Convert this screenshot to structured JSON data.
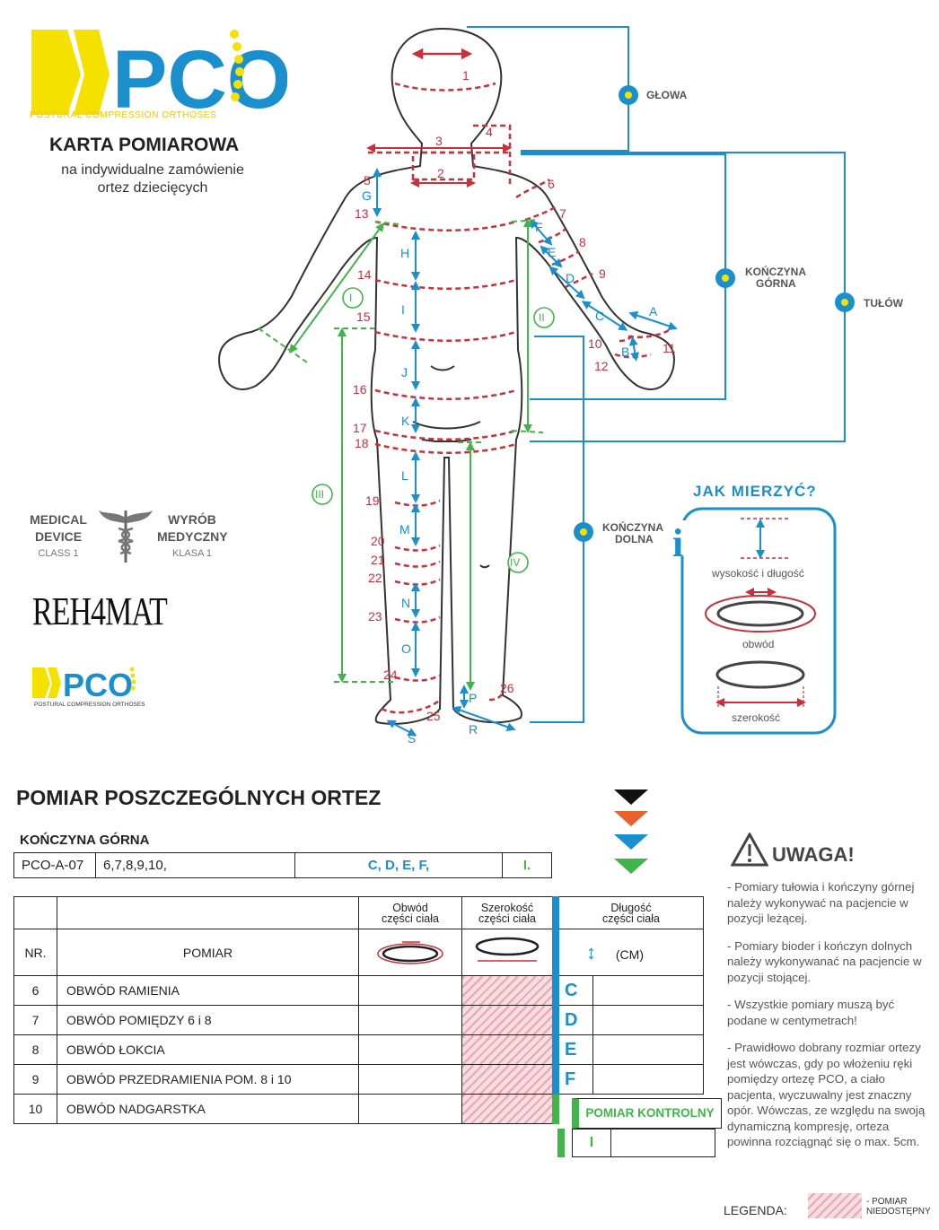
{
  "logo": {
    "brand": "PCO",
    "subtitle": "POSTURAL COMPRESSION ORTHOSES",
    "small_subtitle": "POSTURAL COMPRESSION ORTHOSES"
  },
  "header": {
    "title": "KARTA POMIAROWA",
    "subtitle_line1": "na indywidualne zamówienie",
    "subtitle_line2": "ortez dziecięcych"
  },
  "colors": {
    "yellow": "#f5e100",
    "blue": "#1a8fce",
    "red": "#c8313b",
    "green": "#41b44a",
    "dark": "#222222",
    "orange": "#e8622f"
  },
  "diagram": {
    "categories": {
      "head": "GŁOWA",
      "upper_limb_1": "KOŃCZYNA",
      "upper_limb_2": "GÓRNA",
      "torso": "TUŁÓW",
      "lower_limb_1": "KOŃCZYNA",
      "lower_limb_2": "DOLNA"
    },
    "red_numbers": [
      "1",
      "2",
      "3",
      "4",
      "5",
      "6",
      "7",
      "8",
      "9",
      "10",
      "11",
      "12",
      "13",
      "14",
      "15",
      "16",
      "17",
      "18",
      "19",
      "20",
      "21",
      "22",
      "23",
      "24",
      "25",
      "26"
    ],
    "blue_letters": [
      "A",
      "B",
      "C",
      "D",
      "E",
      "F",
      "G",
      "H",
      "I",
      "J",
      "K",
      "L",
      "M",
      "N",
      "O",
      "P",
      "R",
      "S"
    ],
    "green_numerals": [
      "I",
      "II",
      "III",
      "IV"
    ]
  },
  "how_to": {
    "title": "JAK MIERZYĆ?",
    "icon_letter": "i",
    "height_length": "wysokość i długość",
    "circumference": "obwód",
    "width": "szerokość"
  },
  "medical": {
    "left_line1": "MEDICAL",
    "left_line2": "DEVICE",
    "left_line3": "CLASS 1",
    "right_line1": "WYRÓB",
    "right_line2": "MEDYCZNY",
    "right_line3": "KLASA 1"
  },
  "rehamat": {
    "text": "REH4MAT"
  },
  "section": {
    "title": "POMIAR POSZCZEGÓLNYCH ORTEZ",
    "subtitle": "KOŃCZYNA GÓRNA"
  },
  "code_row": {
    "code": "PCO-A-07",
    "numbers": "6,7,8,9,10,",
    "letters": "C, D, E, F,",
    "numeral": "I."
  },
  "table": {
    "col_obwod_1": "Obwód",
    "col_obwod_2": "części ciała",
    "col_szer_1": "Szerokość",
    "col_szer_2": "części ciała",
    "col_dl_1": "Długość",
    "col_dl_2": "części ciała",
    "nr_label": "NR.",
    "pomiar_label": "POMIAR",
    "cm_label": "(CM)",
    "rows": [
      {
        "nr": "6",
        "name": "OBWÓD RAMIENIA",
        "letter": "C"
      },
      {
        "nr": "7",
        "name": "OBWÓD POMIĘDZY 6 i 8",
        "letter": "D"
      },
      {
        "nr": "8",
        "name": "OBWÓD ŁOKCIA",
        "letter": "E"
      },
      {
        "nr": "9",
        "name": "OBWÓD PRZEDRAMIENIA POM. 8 i 10",
        "letter": "F"
      },
      {
        "nr": "10",
        "name": "OBWÓD NADGARSTKA",
        "letter": ""
      }
    ],
    "control_label": "POMIAR KONTROLNY",
    "control_numeral": "I"
  },
  "uwaga": {
    "title": "UWAGA!",
    "notes": [
      "- Pomiary tułowia i kończyny górnej należy wykonywać na pacjencie w pozycji leżącej.",
      "- Pomiary bioder i kończyn dolnych należy wykonywanać na pacjencie w pozycji stojącej.",
      "- Wszystkie pomiary muszą być podane w centymetrach!",
      "- Prawidłowo dobrany rozmiar ortezy jest wówczas, gdy po włożeniu ręki pomiędzy ortezę PCO, a ciało pacjenta, wyczuwalny jest znaczny opór. Wówczas, ze względu na swoją dynamiczną kompresję, orteza powinna rozciągnąć się o max. 5cm."
    ]
  },
  "legend": {
    "label": "LEGENDA:",
    "note_1": "- POMIAR",
    "note_2": "NIEDOSTĘPNY"
  }
}
